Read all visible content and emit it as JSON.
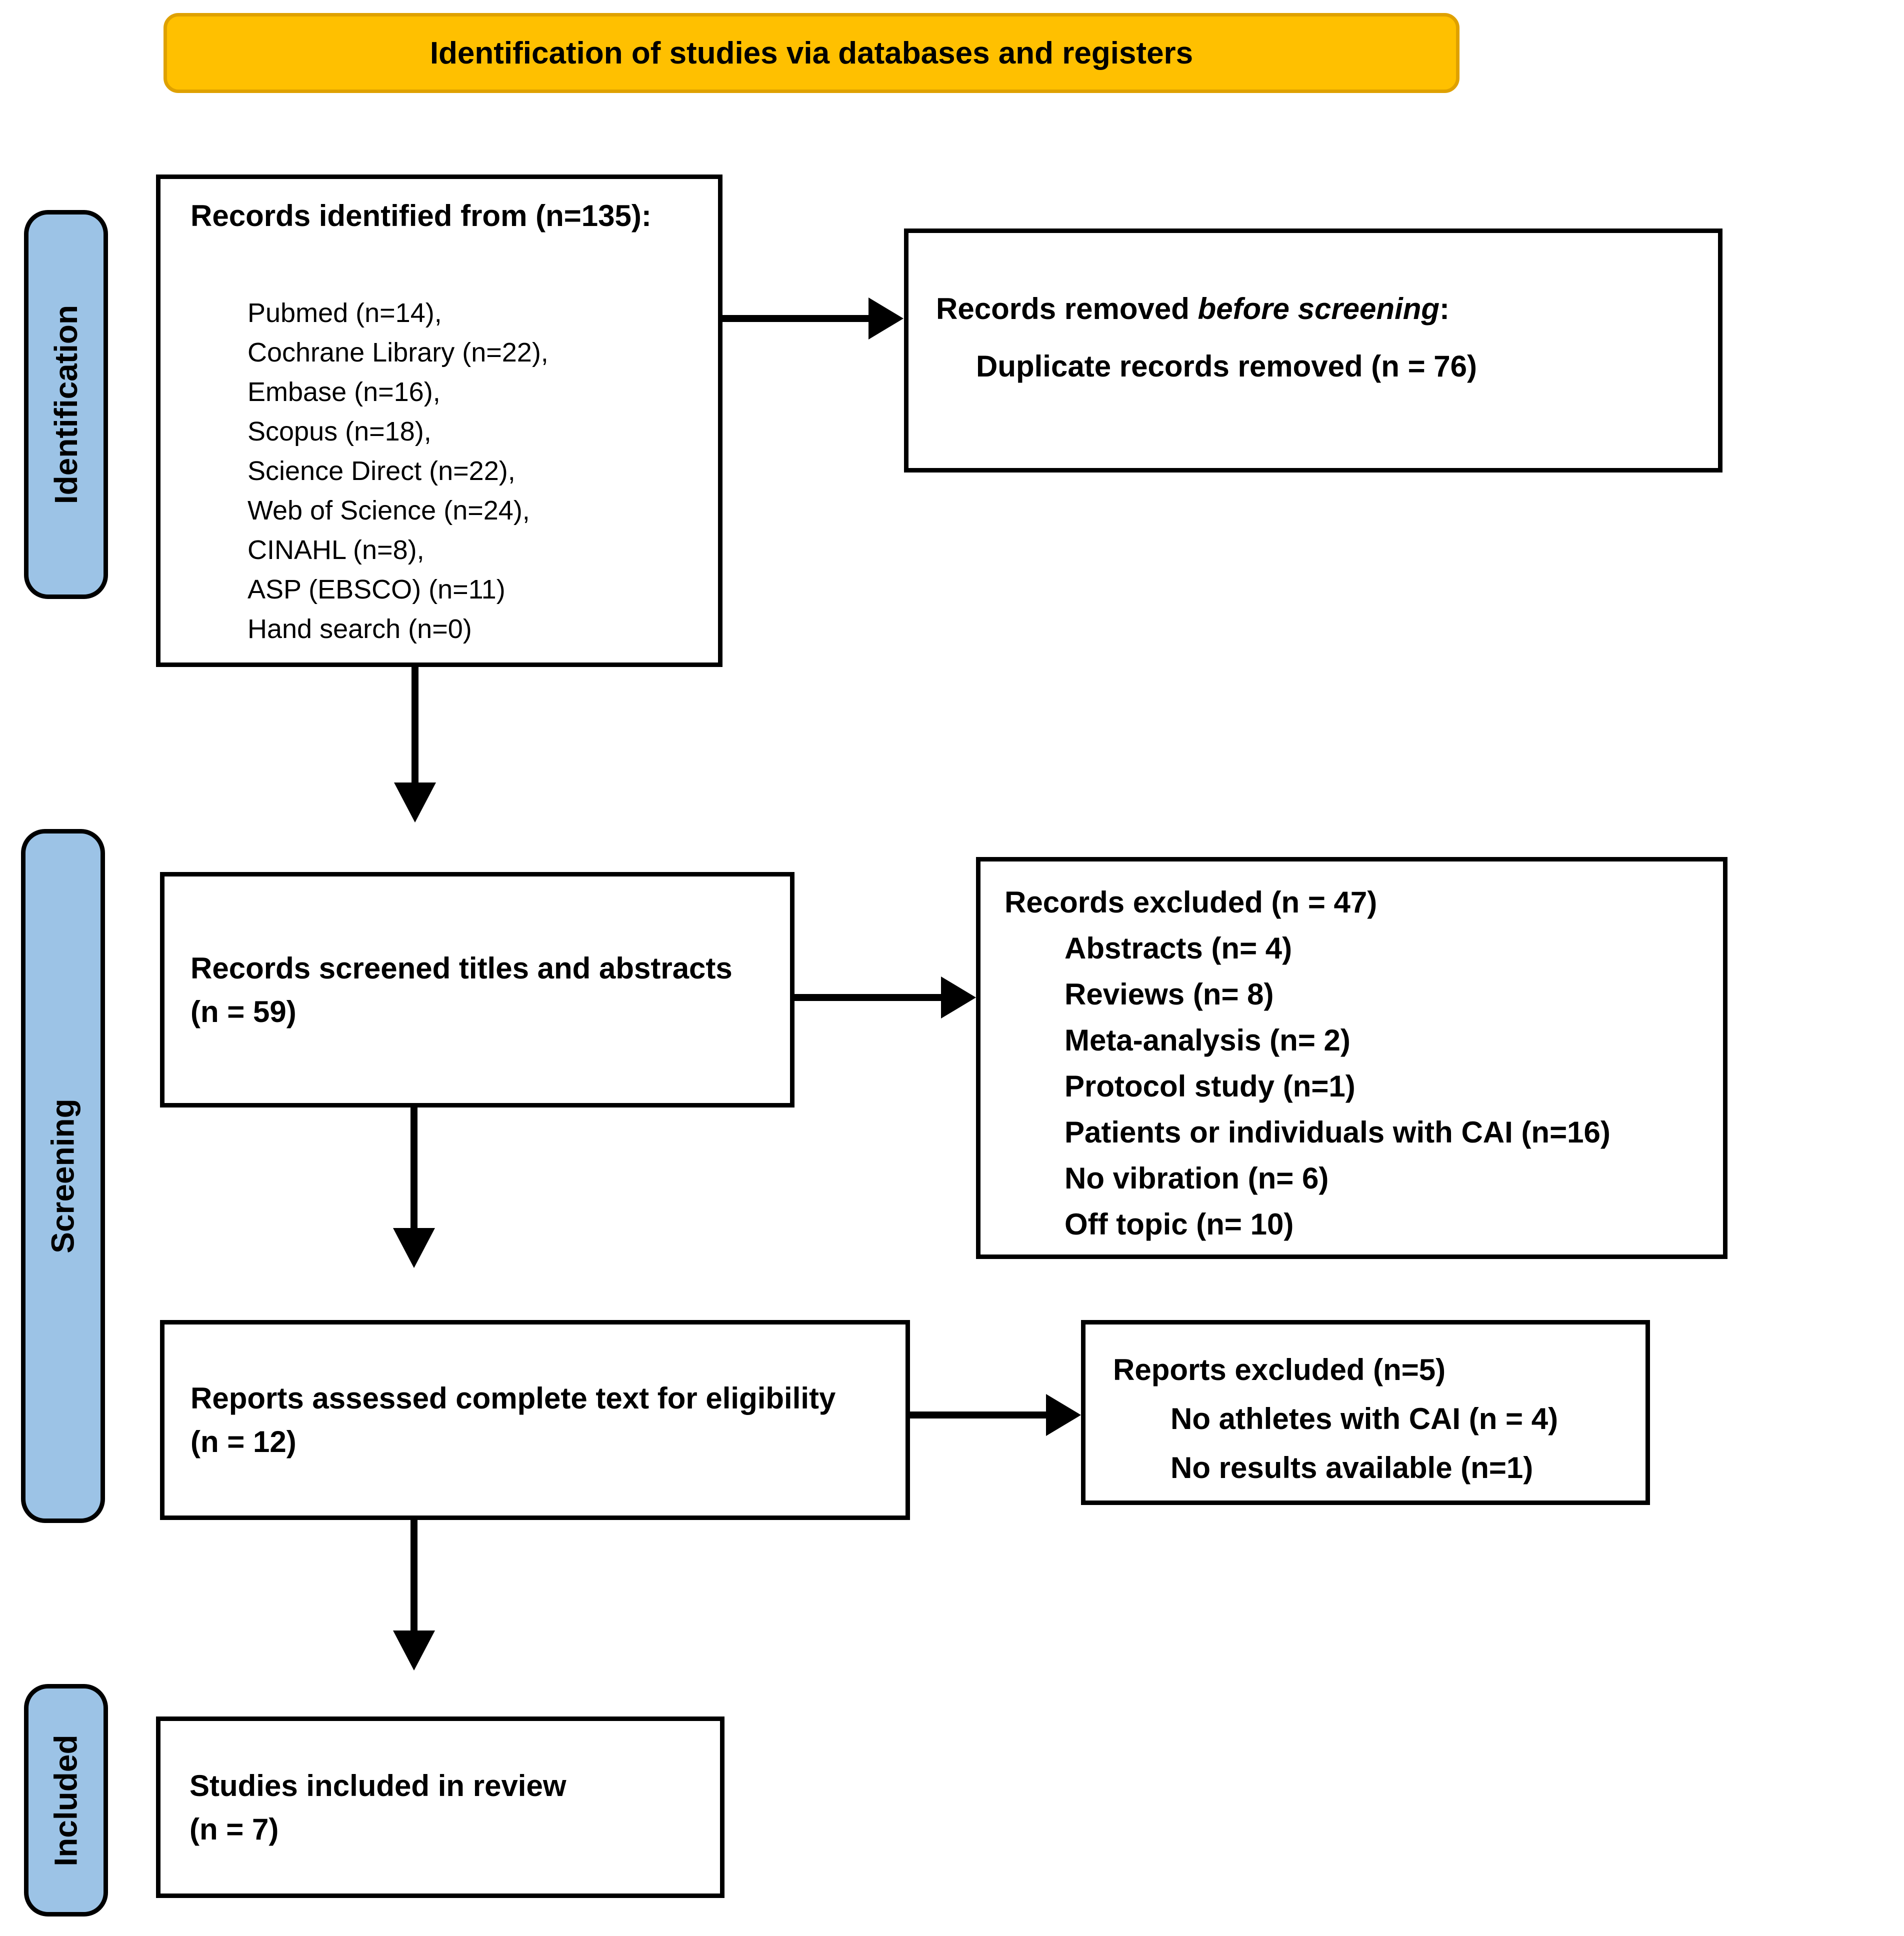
{
  "banner": {
    "title": "Identification of studies via databases and registers"
  },
  "colors": {
    "banner_bg": "#FFC000",
    "banner_border": "#DFA100",
    "stage_bg": "#9CC3E6",
    "stage_border": "#000000",
    "box_bg": "#FFFFFF",
    "box_border": "#000000",
    "arrow": "#000000",
    "text": "#000000",
    "page_bg": "#FFFFFF"
  },
  "stages": {
    "identification": "Identification",
    "screening": "Screening",
    "included": "Included"
  },
  "boxes": {
    "identified": {
      "heading": "Records identified from (n=135):",
      "items": [
        "Pubmed (n=14),",
        "Cochrane Library (n=22),",
        "Embase (n=16),",
        "Scopus (n=18),",
        "Science Direct (n=22),",
        "Web of Science (n=24),",
        "CINAHL (n=8),",
        "ASP (EBSCO) (n=11)",
        "Hand search (n=0)"
      ]
    },
    "removed_before_screening": {
      "heading_prefix": "Records removed ",
      "heading_italic": "before screening",
      "heading_suffix": ":",
      "detail": "Duplicate records removed (n = 76)"
    },
    "screened": {
      "line1": "Records screened titles and abstracts",
      "line2": "(n = 59)"
    },
    "records_excluded": {
      "heading": "Records excluded (n = 47)",
      "items": [
        "Abstracts (n= 4)",
        "Reviews (n= 8)",
        "Meta-analysis (n= 2)",
        "Protocol study (n=1)",
        "Patients or individuals with CAI (n=16)",
        "No vibration (n= 6)",
        "Off topic (n= 10)"
      ]
    },
    "assessed": {
      "line1": "Reports assessed complete text for eligibility",
      "line2": "(n = 12)"
    },
    "reports_excluded": {
      "heading": "Reports excluded (n=5)",
      "items": [
        "No athletes with CAI (n = 4)",
        "No results available (n=1)"
      ]
    },
    "included_studies": {
      "line1": "Studies included in review",
      "line2": "(n = 7)"
    }
  }
}
